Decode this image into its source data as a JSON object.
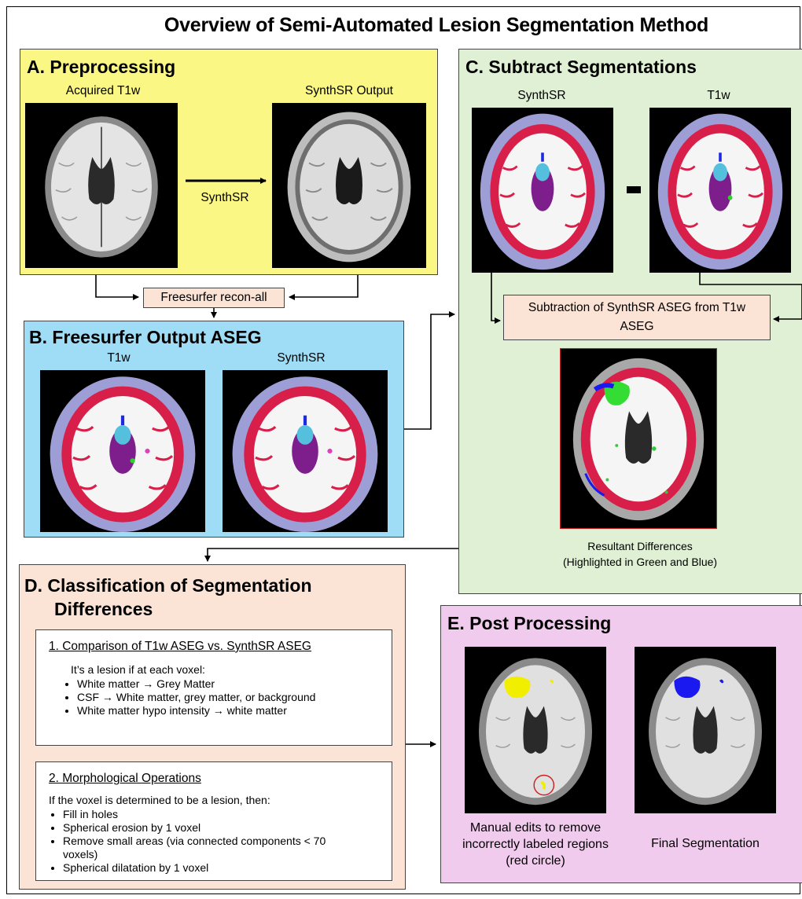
{
  "title": "Overview of Semi-Automated Lesion Segmentation Method",
  "panel_a": {
    "title": "A. Preprocessing",
    "left_label": "Acquired T1w",
    "right_label": "SynthSR Output",
    "arrow_label": "SynthSR"
  },
  "recon_box": "Freesurfer recon-all",
  "panel_b": {
    "title": "B. Freesurfer Output ASEG",
    "left_label": "T1w",
    "right_label": "SynthSR"
  },
  "panel_c": {
    "title": "C. Subtract Segmentations",
    "left_label": "SynthSR",
    "right_label": "T1w",
    "subtract_box": "Subtraction of SynthSR ASEG from T1w ASEG",
    "result_caption_1": "Resultant Differences",
    "result_caption_2": "(Highlighted in Green and Blue)"
  },
  "panel_d": {
    "title_line1": "D. Classification of Segmentation",
    "title_line2": "Differences",
    "box1": {
      "heading": "1. Comparison of T1w ASEG vs. SynthSR ASEG",
      "intro": "It’s a lesion if at each voxel:",
      "items": [
        "White matter → Grey Matter",
        "CSF → White matter, grey matter, or background",
        "White matter hypo intensity → white matter"
      ]
    },
    "box2": {
      "heading": "2. Morphological Operations",
      "intro": "If the voxel is determined to be a lesion, then:",
      "items": [
        "Fill in holes",
        "Spherical erosion by 1 voxel",
        "Remove small areas (via connected components < 70 voxels)",
        "Spherical dilatation by 1 voxel"
      ]
    }
  },
  "panel_e": {
    "title": "E. Post Processing",
    "left_caption": "Manual edits to remove incorrectly labeled regions (red circle)",
    "right_caption": "Final Segmentation"
  },
  "colors": {
    "panel_a_bg": "#fbf784",
    "panel_b_bg": "#9fdcf5",
    "panel_c_bg": "#dff0d5",
    "panel_d_bg": "#fbe3d6",
    "panel_e_bg": "#f1cbee",
    "box_bg": "#fbe3d6",
    "lesion_yellow": "#f2ee00",
    "lesion_blue": "#1a1af0",
    "lesion_green": "#33dd33"
  }
}
